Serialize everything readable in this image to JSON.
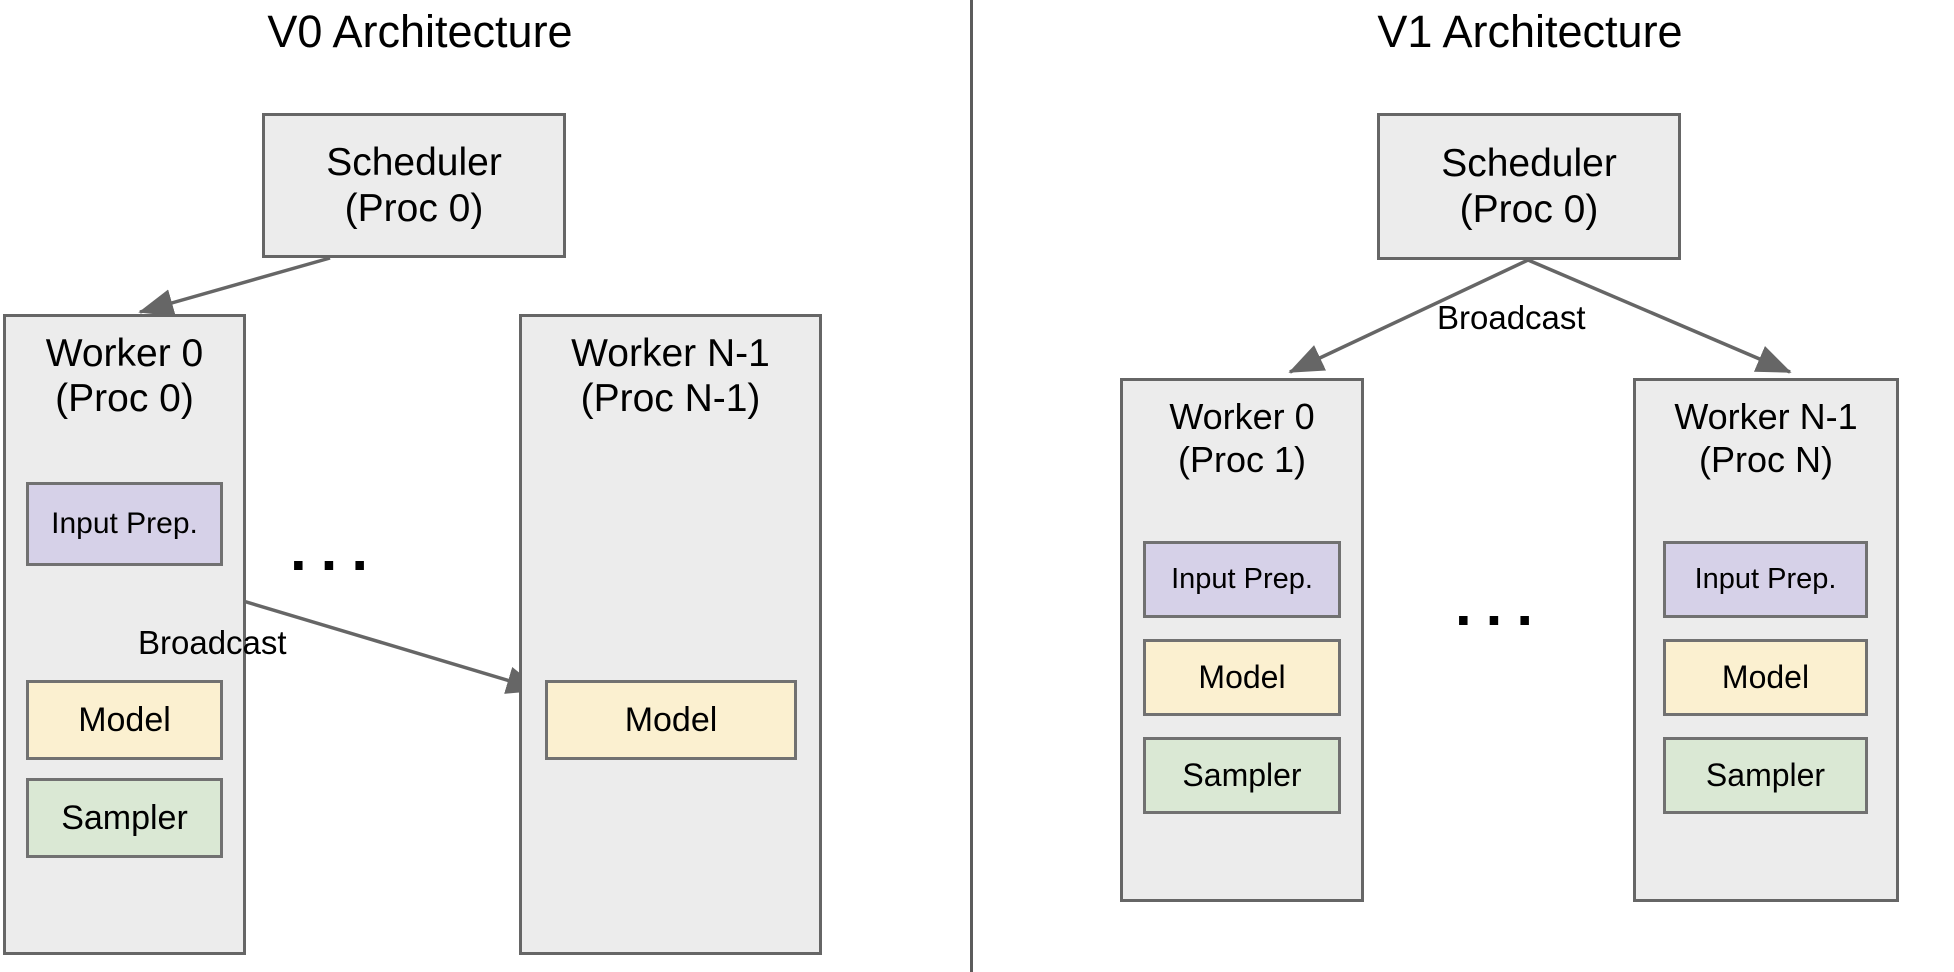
{
  "panels": [
    {
      "id": "v0",
      "title": "V0 Architecture",
      "scheduler": {
        "line1": "Scheduler",
        "line2": "(Proc 0)"
      },
      "workers": [
        {
          "line1": "Worker 0",
          "line2": "(Proc 0)",
          "blocks": [
            {
              "label": "Input Prep.",
              "color": "#d6d1e8"
            },
            {
              "label": "Model",
              "color": "#fbf0d0"
            },
            {
              "label": "Sampler",
              "color": "#dae8d4"
            }
          ]
        },
        {
          "line1": "Worker N-1",
          "line2": "(Proc N-1)",
          "blocks": [
            {
              "label": "Model",
              "color": "#fbf0d0"
            }
          ]
        }
      ],
      "edge_labels": [
        "Broadcast"
      ],
      "ellipsis": "..."
    },
    {
      "id": "v1",
      "title": "V1 Architecture",
      "scheduler": {
        "line1": "Scheduler",
        "line2": "(Proc 0)"
      },
      "workers": [
        {
          "line1": "Worker 0",
          "line2": "(Proc 1)",
          "blocks": [
            {
              "label": "Input Prep.",
              "color": "#d6d1e8"
            },
            {
              "label": "Model",
              "color": "#fbf0d0"
            },
            {
              "label": "Sampler",
              "color": "#dae8d4"
            }
          ]
        },
        {
          "line1": "Worker N-1",
          "line2": "(Proc N)",
          "blocks": [
            {
              "label": "Input Prep.",
              "color": "#d6d1e8"
            },
            {
              "label": "Model",
              "color": "#fbf0d0"
            },
            {
              "label": "Sampler",
              "color": "#dae8d4"
            }
          ]
        }
      ],
      "edge_labels": [
        "Broadcast"
      ],
      "ellipsis": "..."
    }
  ],
  "colors": {
    "container_fill": "#ececec",
    "container_stroke": "#666666",
    "input_prep_fill": "#d6d1e8",
    "model_fill": "#fbf0d0",
    "sampler_fill": "#dae8d4",
    "arrow_stroke": "#666666",
    "divider": "#5c5c5c",
    "background": "#ffffff",
    "text": "#000000"
  }
}
